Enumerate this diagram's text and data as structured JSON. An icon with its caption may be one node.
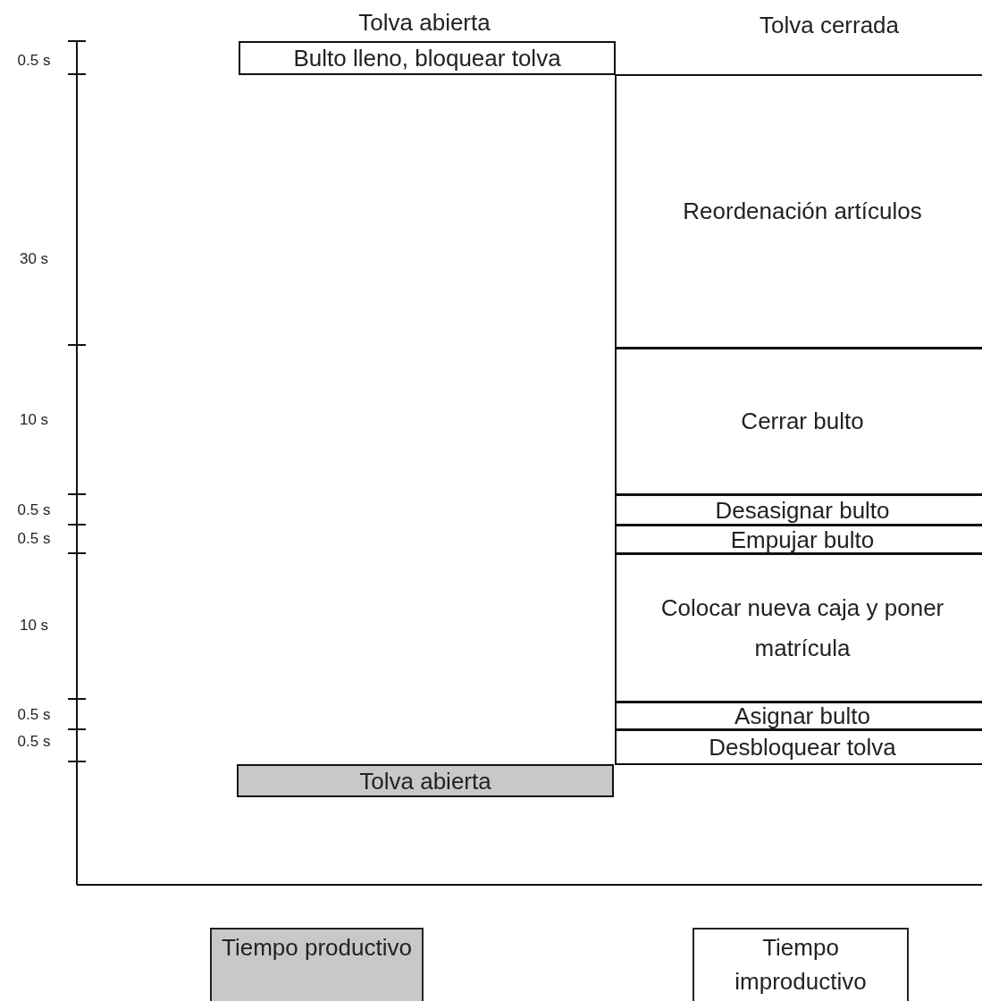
{
  "diagram": {
    "nodes": [
      {
        "text": [
          "Bulto lleno, bloquear tolva"
        ]
      },
      {
        "text": [
          "Reordenación artículos"
        ]
      },
      {
        "text": [
          "Cerrar bulto"
        ]
      },
      {
        "text": [
          "Desasignar bulto"
        ]
      },
      {
        "text": [
          "Empujar bulto"
        ]
      },
      {
        "text": [
          "Colocar nueva caja y poner matrícula"
        ]
      },
      {
        "text": [
          "Asignar bulto"
        ]
      },
      {
        "text": [
          "Desbloquear tolva"
        ]
      },
      {
        "text": [
          "Tolva abierta"
        ]
      }
    ],
    "labels": [
      "Tolva abierta",
      "Tolva cerrada",
      "0.5 s",
      "30 s",
      "10 s",
      "0.5 s",
      "0.5 s",
      "10 s",
      "0.5 s",
      "0.5 s"
    ],
    "legend": [
      {
        "text": "Tiempo productivo",
        "color": "#c8c8c8"
      },
      {
        "text": "Tiempo improductivo",
        "color": "#ffffff"
      }
    ]
  }
}
